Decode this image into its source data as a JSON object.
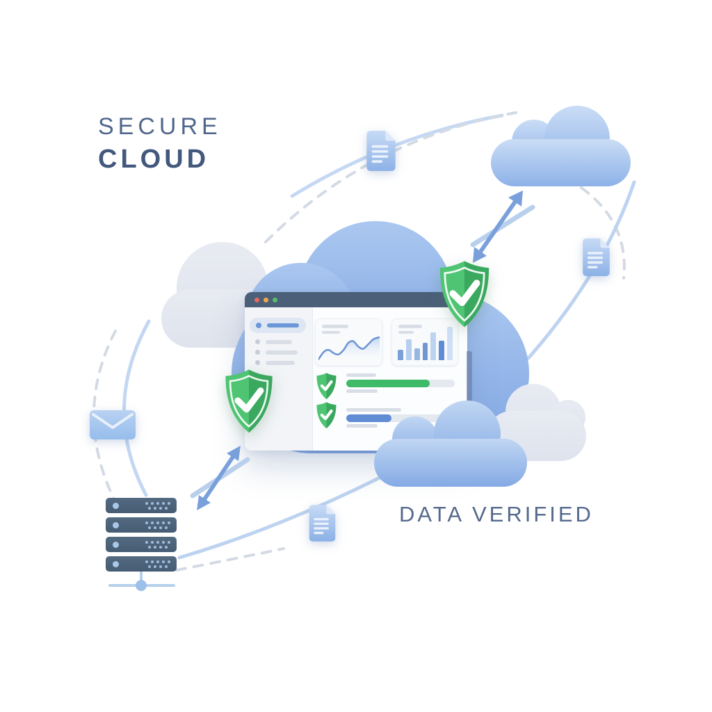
{
  "illustration": {
    "title_line1": "SECURE",
    "title_line2": "CLOUD",
    "caption": "DATA VERIFIED"
  },
  "colors": {
    "title_light": "#51678c",
    "title_bold": "#42587c",
    "caption": "#54698d",
    "slate": "#4b5f79",
    "cloud_gray": "#e3e7ef",
    "accent_blue": "#6b97d8",
    "accent_blue_light": "#b9d0ec",
    "line_gray": "#d9dee6",
    "dot_gray": "#c7cdd8",
    "sidebar_bg": "#f2f4f7",
    "selected_bg": "#dde6f2",
    "card_bg": "#f9fafc",
    "track": "#e4e8ef",
    "green": "#45b767",
    "green_dark": "#379f55",
    "server_accent": "#a9c7e8",
    "arrow_blue": "#7aa0dc"
  },
  "icons": [
    "cloud-icon",
    "shield-check-icon",
    "document-icon",
    "envelope-icon",
    "server-stack-icon",
    "sync-arrows-icon",
    "traffic-lights"
  ],
  "browser_window": {
    "traffic_lights": [
      "#e36b5f",
      "#eea94b",
      "#58bd6a"
    ],
    "sidebar": {
      "items": [
        {
          "selected": true,
          "line_w": 46
        },
        {
          "selected": false,
          "line_w": 38
        },
        {
          "selected": false,
          "line_w": 46
        },
        {
          "selected": false,
          "line_w": 42
        }
      ]
    },
    "line_chart": {
      "type": "line",
      "points": [
        [
          0,
          90
        ],
        [
          9,
          64
        ],
        [
          17,
          58
        ],
        [
          25,
          69
        ],
        [
          33,
          73
        ],
        [
          41,
          58
        ],
        [
          49,
          33
        ],
        [
          57,
          28
        ],
        [
          65,
          46
        ],
        [
          73,
          54
        ],
        [
          81,
          39
        ],
        [
          90,
          21
        ],
        [
          100,
          14
        ]
      ]
    },
    "bar_chart": {
      "type": "bar",
      "bars": [
        {
          "h": 15,
          "color": "#7ba0d8"
        },
        {
          "h": 30,
          "color": "#b7cfee"
        },
        {
          "h": 17,
          "color": "#97b7e3"
        },
        {
          "h": 25,
          "color": "#6f97d6"
        },
        {
          "h": 40,
          "color": "#bdd4f0"
        },
        {
          "h": 28,
          "color": "#5f8cd4"
        },
        {
          "h": 48,
          "color": "#cfe0f5"
        }
      ]
    },
    "checklist": [
      {
        "icon": "shield-check-icon",
        "progress_percent": 77,
        "bar_color": "#3fba68"
      },
      {
        "icon": "shield-check-icon",
        "progress_percent": 43,
        "bar_color": "#5f8cd4"
      }
    ]
  },
  "server_stack": {
    "units": 4,
    "dots_rows": [
      5,
      4
    ]
  }
}
